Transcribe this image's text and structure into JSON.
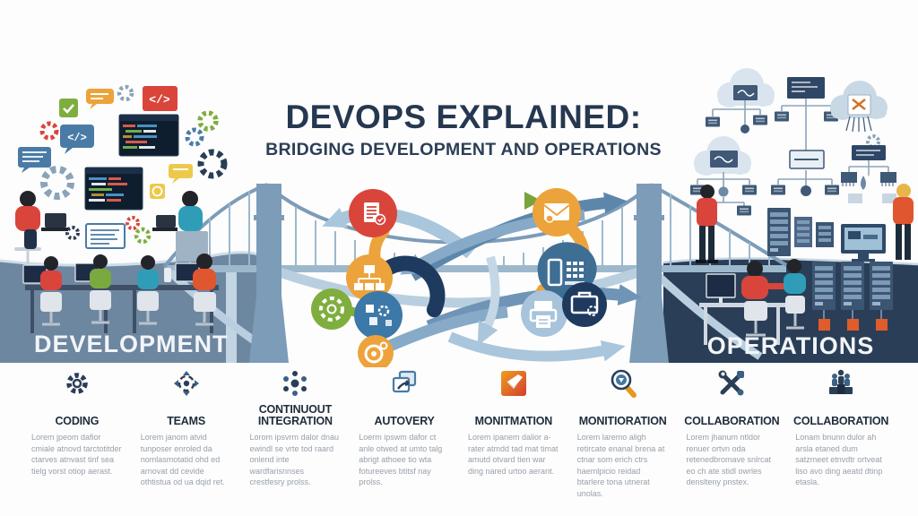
{
  "title": {
    "main": "DEVOPS EXPLAINED:",
    "subtitle": "BRIDGING DEVELOPMENT AND OPERATIONS"
  },
  "sections": {
    "left_label": "DEVELOPMENT",
    "right_label": "OPERATIONS"
  },
  "colors": {
    "title_navy": "#263850",
    "dev_band": "#6e87a0",
    "ops_band": "#2b3e57",
    "bridge_steel": "#7c9cb8",
    "bridge_light": "#b9cfdf",
    "accent_red": "#d9453a",
    "accent_orange": "#eda33b",
    "accent_green": "#7fae3e",
    "accent_blue": "#3c78a8",
    "accent_navy": "#1f3a5f",
    "server_orange": "#e05c2a",
    "body_gray": "#98a0a9"
  },
  "diagram": {
    "center_icons": [
      "document-check-icon",
      "flowchart-icon",
      "code-gear-icon",
      "components-icon",
      "target-icon",
      "mail-icon",
      "play-icon",
      "phone-grid-icon",
      "printer-icon",
      "briefcase-icon"
    ],
    "left_scene": "developers coding at desks with code windows, gears and speech bubbles",
    "right_scene": "operations engineers with cloud network diagrams and server racks",
    "center_scene": "suspension bridge with crossing exchange arrows"
  },
  "columns": [
    {
      "icon": "gear-icon",
      "label": "CODING",
      "body": "Lorem jpeom dafior cmiale atnovd tarctotitder ctarves atnvast tinf sea tielg vorst otiop aerast."
    },
    {
      "icon": "team-sync-icon",
      "label": "TEAMS",
      "body": "Lorem janom atvid tunposer enroled da nomlasmotatid ohd ed arnovat dd cevide othtistua od ua dqid ret."
    },
    {
      "icon": "cluster-dots-icon",
      "label": "CONTINUOUT INTEGRATION",
      "body": "Lorom ipsvrm dalor dnau ewindl se vrte tod raard onlend inte wardfarisnnses crestfesry prolss."
    },
    {
      "icon": "overlap-windows-icon",
      "label": "AUTOVERY",
      "body": "Loerm ipswm dafor ct anle otwed at umto talg abrigt athoee tio wta fotureeves btitsf nay prolss."
    },
    {
      "icon": "check-square-icon",
      "label": "MONITMATION",
      "body": "Lorem ipanem dalior a-rater atmdd tad mat timat amutd otvard tien war ding nared urtoo aerant."
    },
    {
      "icon": "magnifier-icon",
      "label": "MONITIORATION",
      "body": "Lorem laremo aligh retircate enanal brena at ctnar som erich ctrs haemlpicio reidad btarlere tona utnerat unolas."
    },
    {
      "icon": "tools-icon",
      "label": "COLLABORATION",
      "body": "Lorem jhanum ntldor renuer ortvn oda retenedbromave snlrcat eo ch ate stidl owrles denslteny pnstex."
    },
    {
      "icon": "podium-people-icon",
      "label": "COLLABORATION",
      "body": "Lonam bnunn dulor ah arsla etaned dum satzmeet etnvdtr ortveat liso avo ding aeatd dtinp etasla."
    }
  ]
}
